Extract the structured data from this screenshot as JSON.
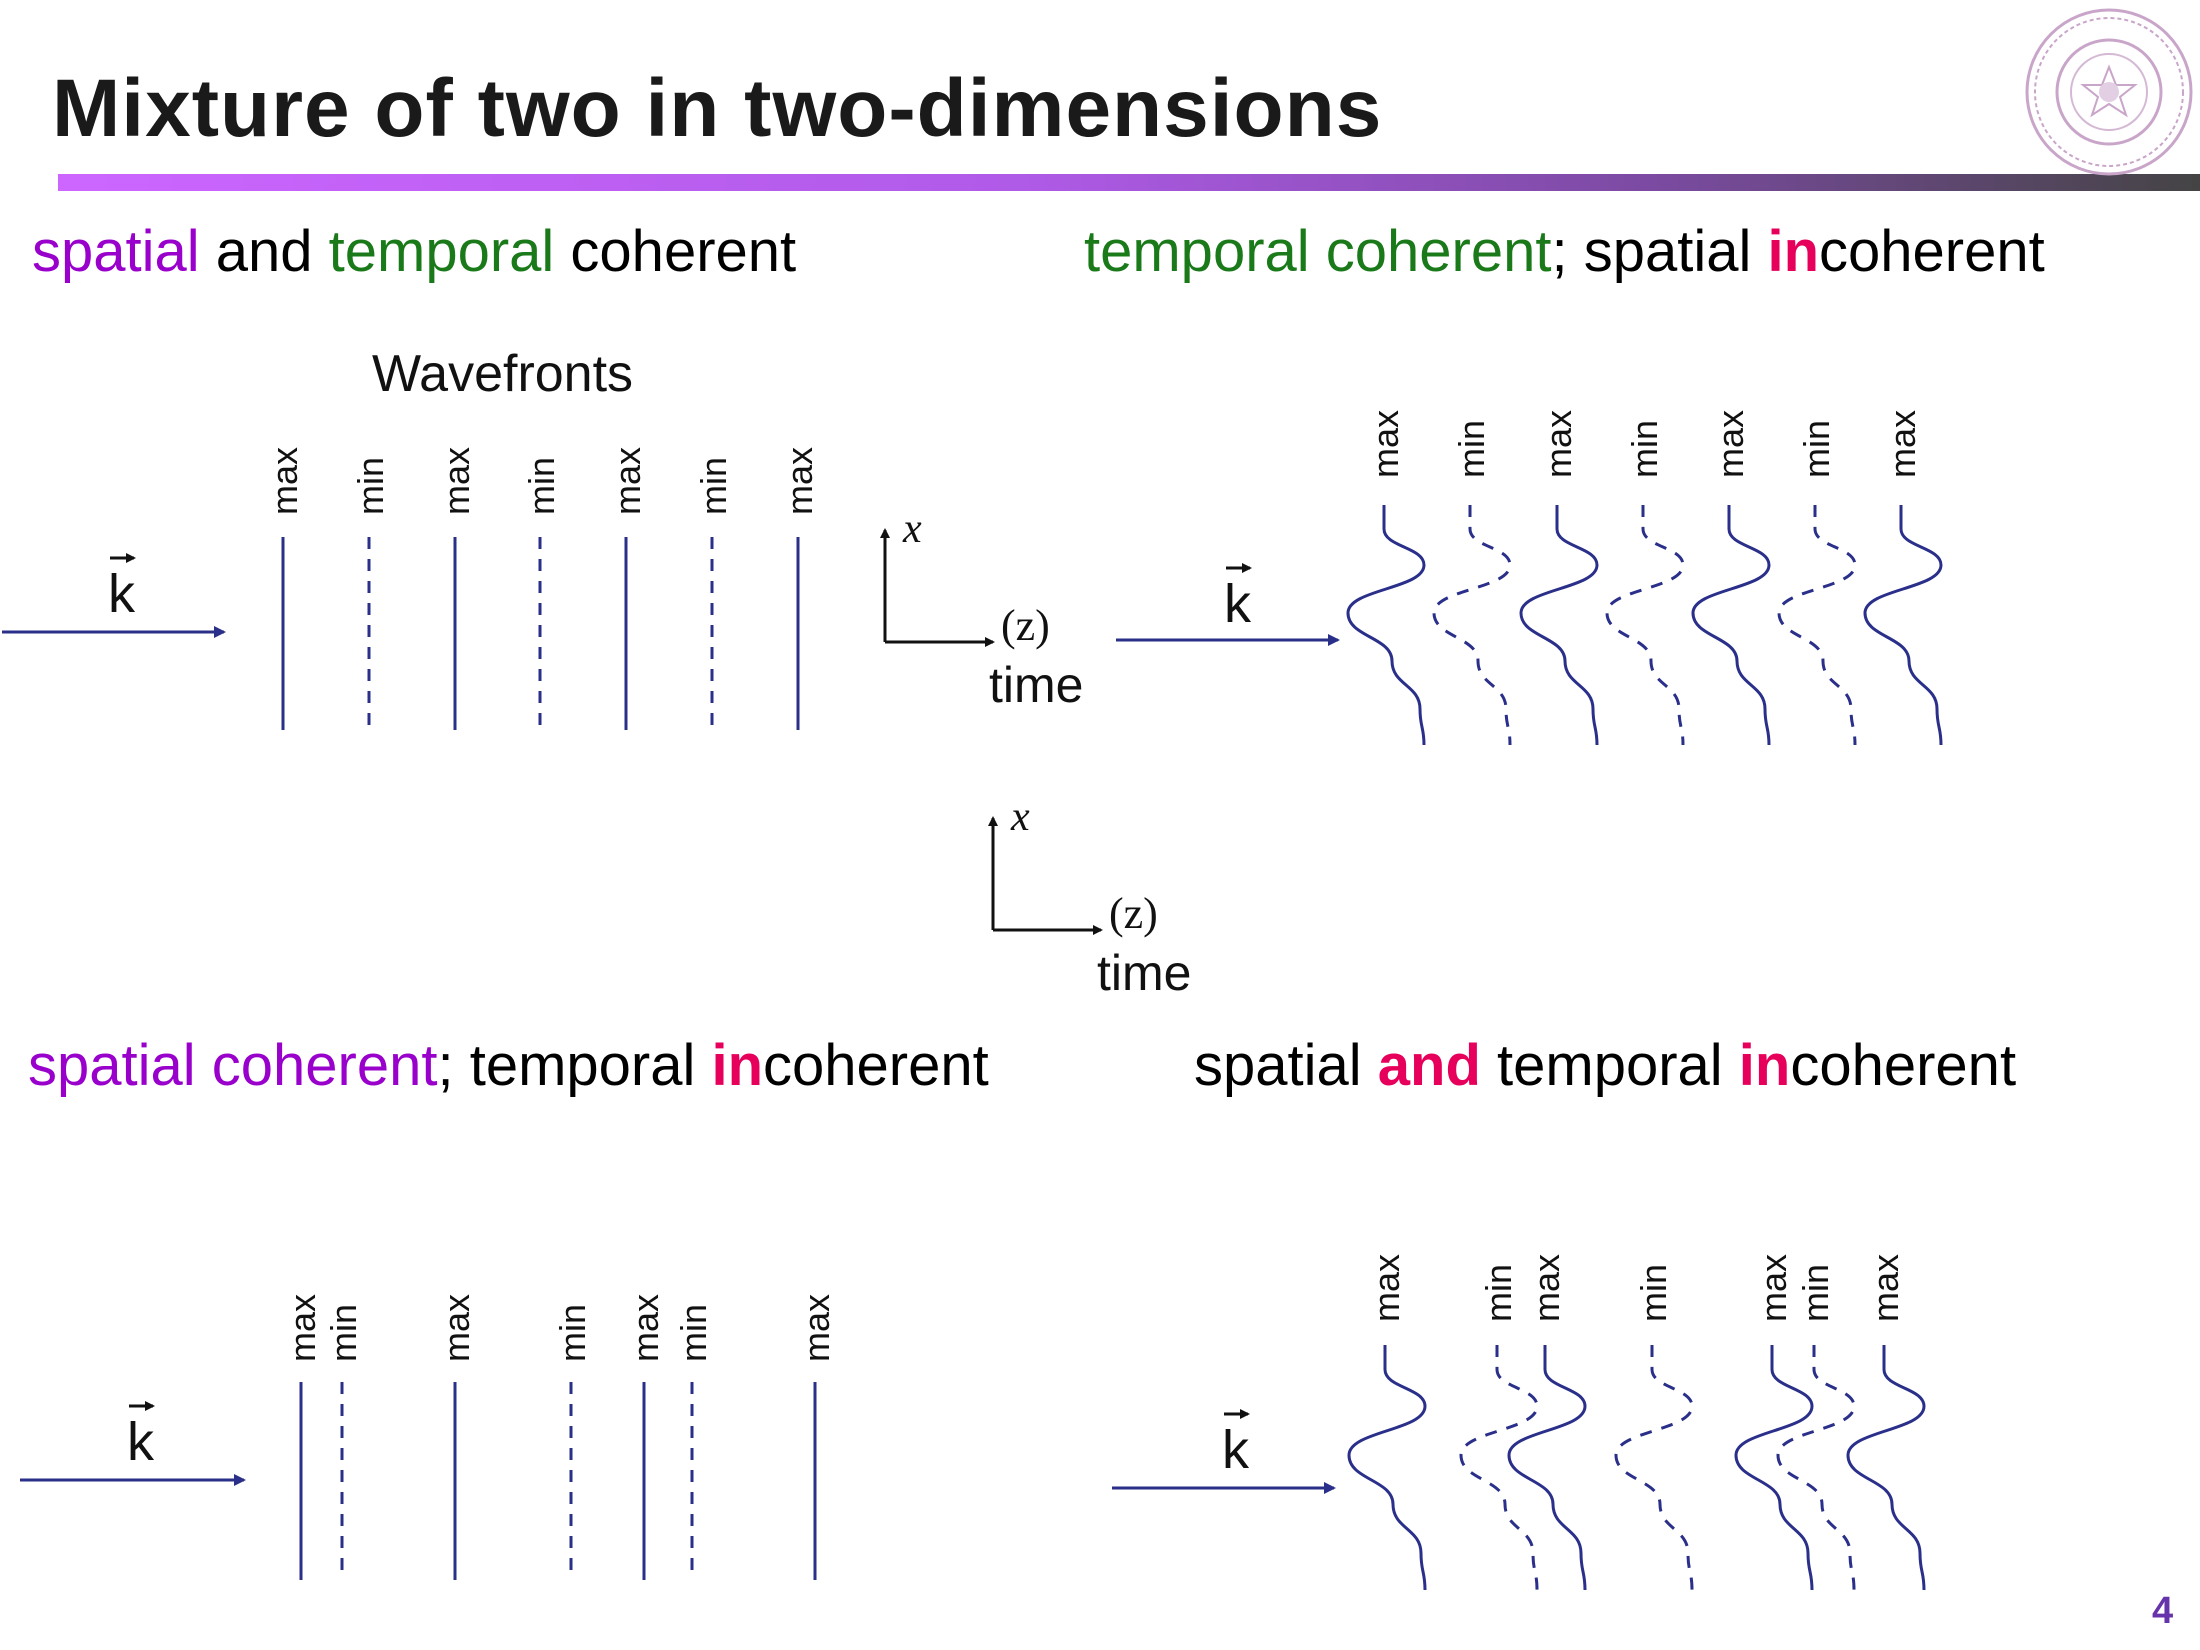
{
  "slide": {
    "title": "Mixture of two in two-dimensions",
    "page_number": "4"
  },
  "colors": {
    "line": "#2a2f8a",
    "purple": "#9900cc",
    "green": "#1a7a1a",
    "red": "#e6005c",
    "rule_start": "#cc66ff",
    "rule_end": "#444444"
  },
  "quadrants": {
    "top_left": {
      "heading": [
        {
          "text": "spatial",
          "style": "purple"
        },
        {
          "text": " and ",
          "style": "black"
        },
        {
          "text": "temporal",
          "style": "green"
        },
        {
          "text": " coherent",
          "style": "black"
        }
      ]
    },
    "top_right": {
      "heading": [
        {
          "text": "temporal coherent",
          "style": "green"
        },
        {
          "text": "; spatial ",
          "style": "black"
        },
        {
          "text": "in",
          "style": "red"
        },
        {
          "text": "coherent",
          "style": "black"
        }
      ]
    },
    "bottom_left": {
      "heading": [
        {
          "text": "spatial coherent",
          "style": "purple"
        },
        {
          "text": "; temporal ",
          "style": "black"
        },
        {
          "text": "in",
          "style": "red"
        },
        {
          "text": "coherent",
          "style": "black"
        }
      ]
    },
    "bottom_right": {
      "heading": [
        {
          "text": "spatial ",
          "style": "black"
        },
        {
          "text": "and",
          "style": "red"
        },
        {
          "text": " temporal ",
          "style": "black"
        },
        {
          "text": "in",
          "style": "red"
        },
        {
          "text": "coherent",
          "style": "black"
        }
      ]
    }
  },
  "diagram": {
    "wavefronts_label": "Wavefronts",
    "k_label": "k",
    "axis_x_label": "x",
    "axis_z_label": "(z)",
    "axis_time_label": "time",
    "max_label": "max",
    "min_label": "min"
  }
}
